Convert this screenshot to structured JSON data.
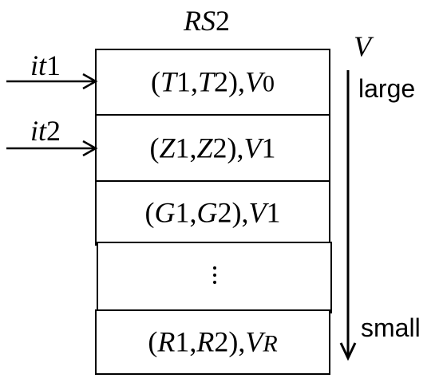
{
  "title": {
    "italic": "RS",
    "number": "2"
  },
  "iterators": [
    {
      "italic": "it",
      "number": "1"
    },
    {
      "italic": "it",
      "number": "2"
    }
  ],
  "cells": [
    {
      "open": "(",
      "a": "T",
      "a_num": "1",
      "sep": ",",
      "b": "T",
      "b_num": "2",
      "close": "),",
      "v": "V",
      "v_sub": "0"
    },
    {
      "open": "(",
      "a": "Z",
      "a_num": "1",
      "sep": ",",
      "b": "Z",
      "b_num": "2",
      "close": "),",
      "v": "V",
      "v_sub": "1"
    },
    {
      "open": "(",
      "a": "G",
      "a_num": "1",
      "sep": ",",
      "b": "G",
      "b_num": "2",
      "close": "),",
      "v": "V",
      "v_sub": "1"
    },
    {
      "open": "(",
      "a": "R",
      "a_num": "1",
      "sep": ",",
      "b": "R",
      "b_num": "2",
      "close": "),",
      "v": "V",
      "v_sub": "R"
    }
  ],
  "order_axis": {
    "label": "V",
    "top_label": "large",
    "bottom_label": "small"
  }
}
